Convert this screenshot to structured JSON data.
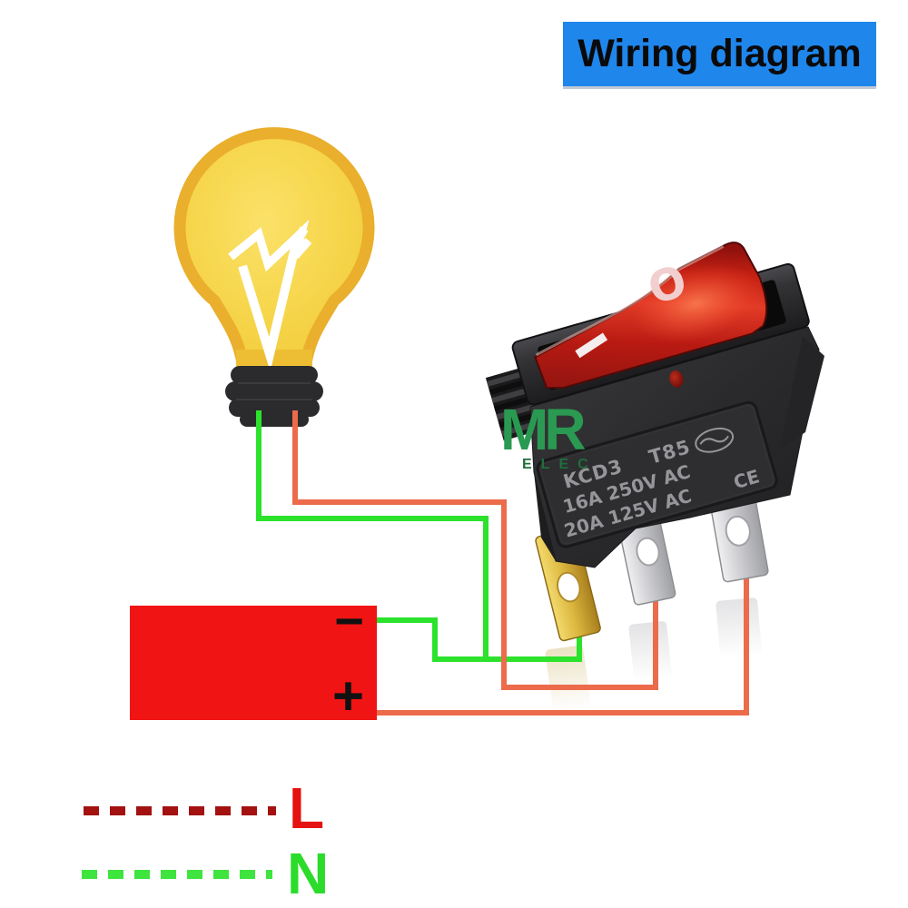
{
  "banner": {
    "title": "Wiring diagram",
    "bg_color": "#1f86ec"
  },
  "watermark": {
    "name": "MR",
    "sub": "ELEC",
    "color": "#2a9a52"
  },
  "battery": {
    "negative_label": "−",
    "positive_label": "+",
    "color": "#f11414"
  },
  "rocker_switch": {
    "off_label": "O",
    "on_label": "I",
    "model": "KCD3",
    "series": "T85",
    "rating_line1": "16A 250V AC",
    "rating_line2": "20A 125V AC",
    "cert_label": "CE",
    "body_color": "#2c2c2e",
    "rocker_color": "#c32017"
  },
  "wires": {
    "neutral_color": "#2ce22c",
    "live_color": "#ec6b4b"
  },
  "legend": {
    "live": {
      "label": "L",
      "line_color": "#a31111",
      "label_color": "#e51212"
    },
    "neutral": {
      "label": "N",
      "line_color": "#3fe43f",
      "label_color": "#2bdc2b"
    }
  }
}
